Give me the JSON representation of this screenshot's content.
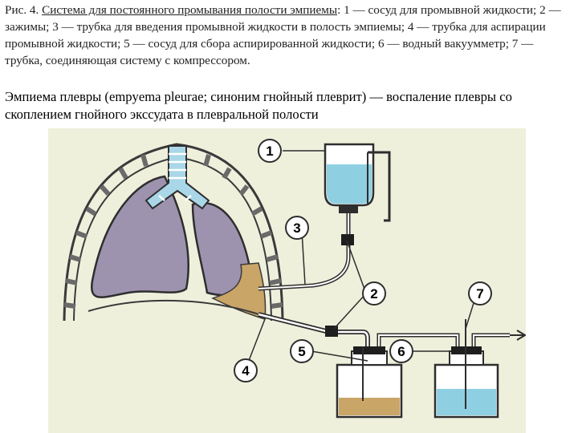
{
  "caption": {
    "figure_label": "Рис. 4.",
    "figure_title": "Система для постоянного промывания полости эмпиемы",
    "legend_text": ": 1 — сосуд для промывной жидкости; 2 — зажимы; 3 — трубка для введения промывной жидкости в полость эмпиемы; 4 — трубка для аспирации промывной жидкости; 5 — сосуд для сбора аспирированной жидкости; 6 — водный вакуумметр; 7 — трубка, соединяющая систему с компрессором."
  },
  "definition": {
    "text": "Эмпиема плевры (empyema pleurae; синоним гнойный плеврит) — воспаление плевры со скоплением гнойного экссудата в плевральной полости"
  },
  "figure": {
    "labels": [
      "1",
      "2",
      "3",
      "4",
      "5",
      "6",
      "7"
    ],
    "colors": {
      "background": "#eff0dc",
      "lung": "#9d93af",
      "trachea": "#a9d7e8",
      "fluid_blue": "#8ed0e2",
      "pus": "#c9a568",
      "ribs": "#5a5a5a"
    }
  }
}
